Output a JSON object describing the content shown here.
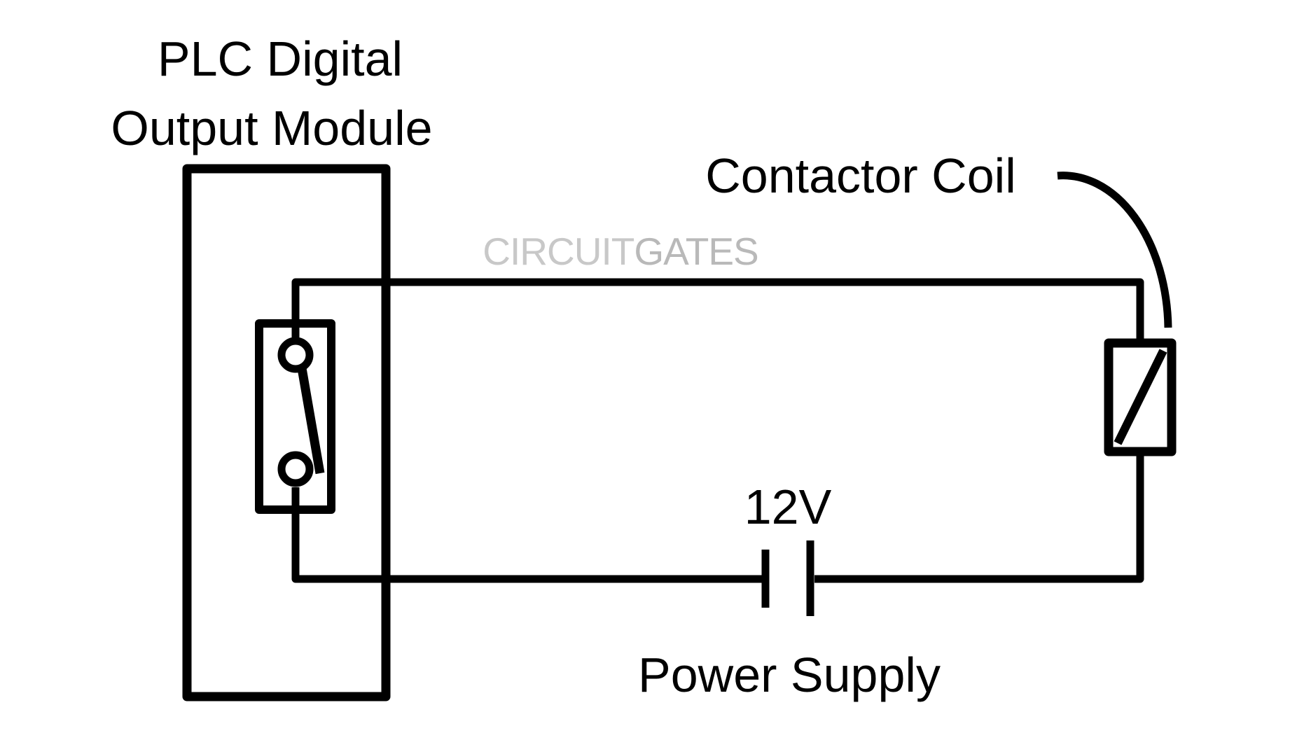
{
  "diagram": {
    "kind": "plc-contactor-wiring-diagram",
    "background_color": "#ffffff",
    "line_color": "#000000",
    "plc": {
      "title_line1": "PLC Digital",
      "title_line2": "Output Module"
    },
    "coil": {
      "label": "Contactor Coil"
    },
    "power": {
      "voltage": "12V",
      "label": "Power Supply"
    },
    "watermark": {
      "part1": "CIRCUIT",
      "part2": "GATES",
      "color_part1": "#c8c8c8",
      "color_part2": "#b9b9b9"
    }
  }
}
